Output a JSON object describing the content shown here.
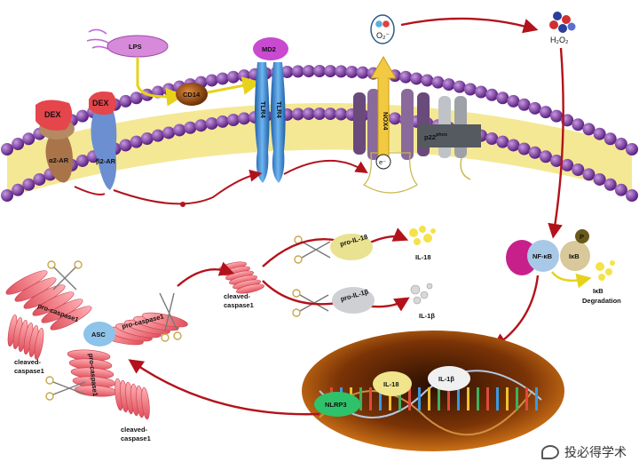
{
  "labels": {
    "lps": "LPS",
    "cd14": "CD14",
    "md2": "MD2",
    "tlr4_a": "TLR4",
    "tlr4_b": "TLR4",
    "dex1": "DEX",
    "dex2": "DEX",
    "a2_ar": "α2-AR",
    "b2_ar": "β2-AR",
    "nox4": "NOX4",
    "p22": "p22",
    "p22_sup": "phox",
    "electron": "e⁻",
    "o2": "O₂⁻",
    "h2o2": "H₂O₂",
    "nfkb": "NF-κB",
    "ikb": "IκB",
    "ikb_p": "P",
    "ikb_degradation": "IκB",
    "degradation": "Degradation",
    "pro_il18": "pro-IL-18",
    "il18_out": "IL-18",
    "pro_il1b": "pro-IL-1β",
    "il1b_out": "IL-1β",
    "cleaved_caspase1_top_a": "cleaved-",
    "cleaved_caspase1_top_b": "caspase1",
    "cleaved_caspase1_left_a": "cleaved-",
    "cleaved_caspase1_left_b": "caspase1",
    "cleaved_caspase1_bottom_a": "cleaved-",
    "cleaved_caspase1_bottom_b": "caspase1",
    "pro_caspase1_left": "pro-caspase1",
    "pro_caspase1_right": "pro-caspase1",
    "pro_caspase1_bottom": "pro-caspase1",
    "asc": "ASC",
    "nlrp3": "NLRP3",
    "il18_nuc": "IL-18",
    "il1b_nuc": "IL-1β"
  },
  "watermark": "投必得学术",
  "colors": {
    "membrane_head": "#7b3fa0",
    "membrane_tail": "#f0e27a",
    "arrow": "#b3121b",
    "nucleus": "#c05a0c",
    "tlr4": "#3f8fd6",
    "caspase": "#f06c78"
  }
}
